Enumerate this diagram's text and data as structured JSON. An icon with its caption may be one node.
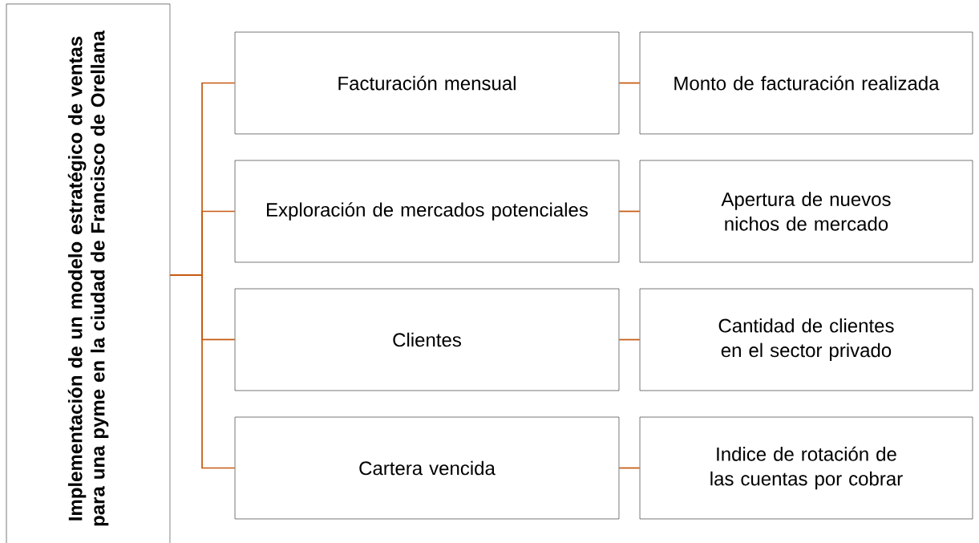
{
  "diagram": {
    "nodes": [
      {
        "text": [
          "Implementación de un modelo estratégico de ventas para una pyme en la ciudad de Francisco de Orellana"
        ]
      },
      {
        "text": [
          "Facturación mensual"
        ]
      },
      {
        "text": [
          "Exploración de mercados potenciales"
        ]
      },
      {
        "text": [
          "Clientes"
        ]
      },
      {
        "text": [
          "Cartera vencida"
        ]
      },
      {
        "text": [
          "Monto de facturación realizada"
        ]
      },
      {
        "text": [
          "Apertura de nuevos nichos de mercado"
        ]
      },
      {
        "text": [
          "Cantidad de clientes en el sector privado"
        ]
      },
      {
        "text": [
          "Indice de rotación de las cuentas por cobrar"
        ]
      }
    ],
    "edges": [
      {
        "from": 0,
        "to": 1,
        "arrow": "none"
      },
      {
        "from": 0,
        "to": 2,
        "arrow": "none"
      },
      {
        "from": 0,
        "to": 3,
        "arrow": "none"
      },
      {
        "from": 0,
        "to": 4,
        "arrow": "none"
      },
      {
        "from": 1,
        "to": 5,
        "arrow": "none"
      },
      {
        "from": 2,
        "to": 6,
        "arrow": "none"
      },
      {
        "from": 3,
        "to": 7,
        "arrow": "none"
      },
      {
        "from": 4,
        "to": 8,
        "arrow": "none"
      }
    ]
  }
}
